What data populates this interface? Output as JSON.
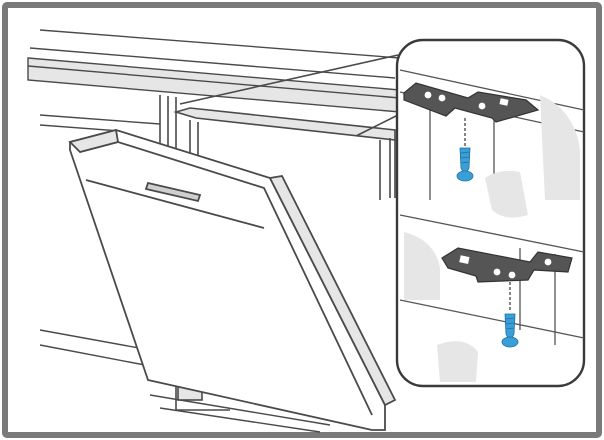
{
  "colors": {
    "line": "#4a4a4a",
    "border": "#7a7a7a",
    "shade": "#cfcfcf",
    "shade_light": "#e6e6e6",
    "bracket": "#555555",
    "screw": "#3a9fd6",
    "screw_dark": "#1f6fa3",
    "background": "#ffffff"
  },
  "icons": {
    "outer_frame": "figure-border",
    "dishwasher": "dishwasher-door-open",
    "detail_callout": "magnified-detail-callout",
    "top_bracket": "mounting-bracket",
    "bottom_bracket": "mounting-bracket",
    "top_screw": "screw-icon",
    "bottom_screw": "screw-icon"
  }
}
